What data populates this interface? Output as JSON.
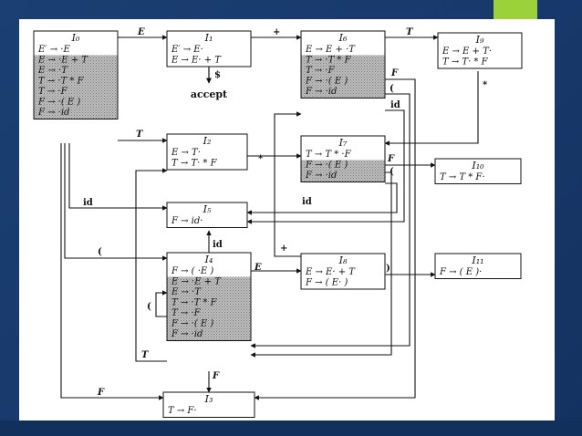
{
  "states": [
    {
      "id": "I0",
      "label": "I₀",
      "kernel": [
        "E′ → ·E"
      ],
      "closure": [
        "E → ·E + T",
        "E → ·T",
        "T → ·T * F",
        "T → ·F",
        "F → ·( E )",
        "F → ·id"
      ]
    },
    {
      "id": "I1",
      "label": "I₁",
      "kernel": [
        "E′ → E·",
        "E → E· + T"
      ],
      "closure": []
    },
    {
      "id": "I2",
      "label": "I₂",
      "kernel": [
        "E → T·",
        "T → T· * F"
      ],
      "closure": []
    },
    {
      "id": "I3",
      "label": "I₃",
      "kernel": [
        "T → F·"
      ],
      "closure": []
    },
    {
      "id": "I4",
      "label": "I₄",
      "kernel": [
        "F → ( ·E )"
      ],
      "closure": [
        "E → ·E + T",
        "E → ·T",
        "T → ·T * F",
        "T → ·F",
        "F → ·( E )",
        "F → ·id"
      ]
    },
    {
      "id": "I5",
      "label": "I₅",
      "kernel": [
        "F → id·"
      ],
      "closure": []
    },
    {
      "id": "I6",
      "label": "I₆",
      "kernel": [
        "E → E + ·T"
      ],
      "closure": [
        "T → ·T * F",
        "T → ·F",
        "F → ·( E )",
        "F → ·id"
      ]
    },
    {
      "id": "I7",
      "label": "I₇",
      "kernel": [
        "T → T * ·F"
      ],
      "closure": [
        "F → ·( E )",
        "F → ·id"
      ]
    },
    {
      "id": "I8",
      "label": "I₈",
      "kernel": [
        "E → E· + T",
        "F → ( E· )"
      ],
      "closure": []
    },
    {
      "id": "I9",
      "label": "I₉",
      "kernel": [
        "E → E + T·",
        "T → T· * F"
      ],
      "closure": []
    },
    {
      "id": "I10",
      "label": "I₁₀",
      "kernel": [
        "T → T * F·"
      ],
      "closure": []
    },
    {
      "id": "I11",
      "label": "I₁₁",
      "kernel": [
        "F → ( E )·"
      ],
      "closure": []
    }
  ],
  "accept": {
    "symbol": "$",
    "label": "accept"
  },
  "edges": [
    {
      "from": "I0",
      "to": "I1",
      "symbol": "E"
    },
    {
      "from": "I0",
      "to": "I2",
      "symbol": "T"
    },
    {
      "from": "I0",
      "to": "I5",
      "symbol": "id"
    },
    {
      "from": "I0",
      "to": "I4",
      "symbol": "("
    },
    {
      "from": "I0",
      "to": "I3",
      "symbol": "F"
    },
    {
      "from": "I1",
      "to": "I6",
      "symbol": "+"
    },
    {
      "from": "I6",
      "to": "I9",
      "symbol": "T"
    },
    {
      "from": "I6",
      "to": "I3",
      "symbol": "F"
    },
    {
      "from": "I6",
      "to": "I4",
      "symbol": "("
    },
    {
      "from": "I6",
      "to": "I5",
      "symbol": "id"
    },
    {
      "from": "I9",
      "to": "I7",
      "symbol": "*"
    },
    {
      "from": "I2",
      "to": "I7",
      "symbol": "*"
    },
    {
      "from": "I7",
      "to": "I10",
      "symbol": "F"
    },
    {
      "from": "I7",
      "to": "I4",
      "symbol": "("
    },
    {
      "from": "I7",
      "to": "I5",
      "symbol": "id"
    },
    {
      "from": "I4",
      "to": "I5",
      "symbol": "id"
    },
    {
      "from": "I4",
      "to": "I8",
      "symbol": "E"
    },
    {
      "from": "I4",
      "to": "I4",
      "symbol": "("
    },
    {
      "from": "I4",
      "to": "I2",
      "symbol": "T"
    },
    {
      "from": "I4",
      "to": "I3",
      "symbol": "F"
    },
    {
      "from": "I8",
      "to": "I6",
      "symbol": "+"
    },
    {
      "from": "I8",
      "to": "I11",
      "symbol": ")"
    }
  ]
}
